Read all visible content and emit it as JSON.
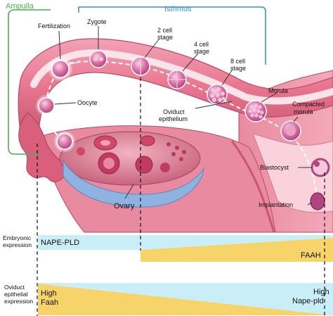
{
  "region_labels": {
    "ampulla": "Ampulla",
    "isthmus": "Isthmus"
  },
  "stage_labels": {
    "fertilization": "Fertilization",
    "zygote": "Zygote",
    "two_cell_a": "2 cell",
    "two_cell_b": "stage",
    "four_cell_a": "4 cell",
    "four_cell_b": "stage",
    "eight_cell_a": "8 cell",
    "eight_cell_b": "stage",
    "oocyte": "Oocyte",
    "morula": "Morula",
    "compacted_a": "Compacted",
    "compacted_b": "morula",
    "oviduct_epi_a": "Oviduct",
    "oviduct_epi_b": "epithelium",
    "blastocyst": "Blastocyst",
    "implantation": "Implantation",
    "ovary": "Ovary"
  },
  "embryonic_expression": {
    "label_line1": "Embryonic",
    "label_line2": "expression",
    "nape_pld": "NAPE-PLD",
    "faah": "FAAH"
  },
  "oviduct_expression": {
    "label_line1": "Oviduct",
    "label_line2": "epithelial",
    "label_line3": "expression",
    "left_line1": "High",
    "left_line2": "Faah",
    "right_line1": "High",
    "right_line2": "Nape-pld"
  },
  "colors": {
    "ampulla_green": "#4caf50",
    "isthmus_blue": "#3b8fd4",
    "band_cyan": "#c9eef8",
    "band_yellow": "#f7d46a",
    "tissue_pink": "#e87a94",
    "ovary_blue": "#8fb3e0"
  }
}
